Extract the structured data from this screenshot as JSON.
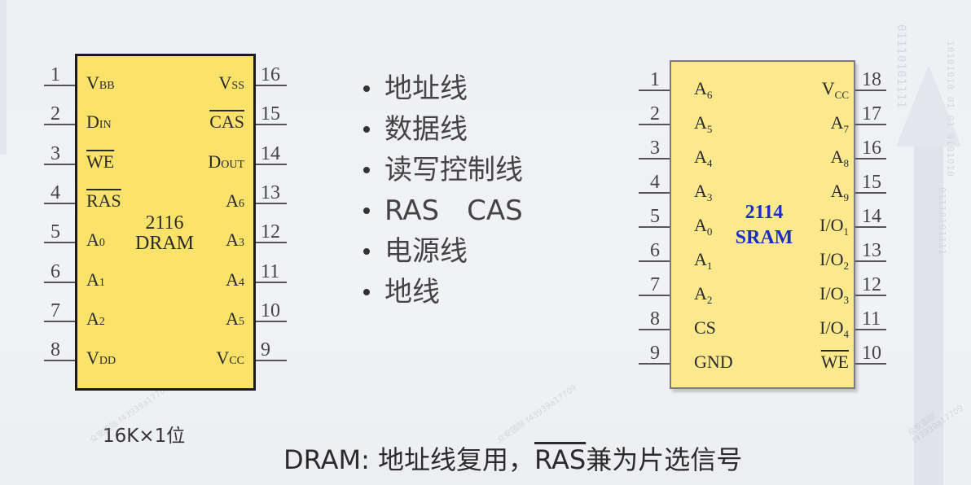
{
  "slide": {
    "bullets": [
      "地址线",
      "数据线",
      "读写控制线",
      "RAS　CAS",
      "电源线",
      "地线"
    ],
    "footer": {
      "prefix": "DRAM: 地址线复用，",
      "signal": "RAS",
      "suffix": "兼为片选信号"
    },
    "watermark": "众安国际 f43939a17709"
  },
  "dram_2116": {
    "title_line1": "2116",
    "title_line2": "DRAM",
    "caption": "16K×1位",
    "left_pins": [
      {
        "num": "1",
        "main": "V",
        "sub": "BB",
        "overbar": false
      },
      {
        "num": "2",
        "main": "D",
        "sub": "IN",
        "overbar": false
      },
      {
        "num": "3",
        "main": "WE",
        "sub": "",
        "overbar": true
      },
      {
        "num": "4",
        "main": "RAS",
        "sub": "",
        "overbar": true
      },
      {
        "num": "5",
        "main": "A",
        "sub": "0",
        "overbar": false
      },
      {
        "num": "6",
        "main": "A",
        "sub": "1",
        "overbar": false
      },
      {
        "num": "7",
        "main": "A",
        "sub": "2",
        "overbar": false
      },
      {
        "num": "8",
        "main": "V",
        "sub": "DD",
        "overbar": false
      }
    ],
    "right_pins": [
      {
        "num": "16",
        "main": "V",
        "sub": "SS",
        "overbar": false
      },
      {
        "num": "15",
        "main": "CAS",
        "sub": "",
        "overbar": true
      },
      {
        "num": "14",
        "main": "D",
        "sub": "OUT",
        "overbar": false
      },
      {
        "num": "13",
        "main": "A",
        "sub": "6",
        "overbar": false
      },
      {
        "num": "12",
        "main": "A",
        "sub": "3",
        "overbar": false
      },
      {
        "num": "11",
        "main": "A",
        "sub": "4",
        "overbar": false
      },
      {
        "num": "10",
        "main": "A",
        "sub": "5",
        "overbar": false
      },
      {
        "num": "9",
        "main": "V",
        "sub": "CC",
        "overbar": false
      }
    ]
  },
  "sram_2114": {
    "title_line1": "2114",
    "title_line2": "SRAM",
    "title_color": "#1a2fbf",
    "left_pins": [
      {
        "num": "1",
        "main": "A",
        "sub": "6",
        "overbar": false
      },
      {
        "num": "2",
        "main": "A",
        "sub": "5",
        "overbar": false
      },
      {
        "num": "3",
        "main": "A",
        "sub": "4",
        "overbar": false
      },
      {
        "num": "4",
        "main": "A",
        "sub": "3",
        "overbar": false
      },
      {
        "num": "5",
        "main": "A",
        "sub": "0",
        "overbar": false
      },
      {
        "num": "6",
        "main": "A",
        "sub": "1",
        "overbar": false
      },
      {
        "num": "7",
        "main": "A",
        "sub": "2",
        "overbar": false
      },
      {
        "num": "8",
        "main": "CS",
        "sub": "",
        "overbar": false
      },
      {
        "num": "9",
        "main": "GND",
        "sub": "",
        "overbar": false
      }
    ],
    "right_pins": [
      {
        "num": "18",
        "main": "V",
        "sub": "CC",
        "overbar": false
      },
      {
        "num": "17",
        "main": "A",
        "sub": "7",
        "overbar": false
      },
      {
        "num": "16",
        "main": "A",
        "sub": "8",
        "overbar": false
      },
      {
        "num": "15",
        "main": "A",
        "sub": "9",
        "overbar": false
      },
      {
        "num": "14",
        "main": "I/O",
        "sub": "1",
        "overbar": false
      },
      {
        "num": "13",
        "main": "I/O",
        "sub": "2",
        "overbar": false
      },
      {
        "num": "12",
        "main": "I/O",
        "sub": "3",
        "overbar": false
      },
      {
        "num": "11",
        "main": "I/O",
        "sub": "4",
        "overbar": false
      },
      {
        "num": "10",
        "main": "WE",
        "sub": "",
        "overbar": true
      }
    ]
  },
  "colors": {
    "chip_2116_fill": "#fbe26a",
    "chip_2114_fill": "#fce98e",
    "sram_title": "#1a2fbf",
    "background": "#eef0f4"
  }
}
